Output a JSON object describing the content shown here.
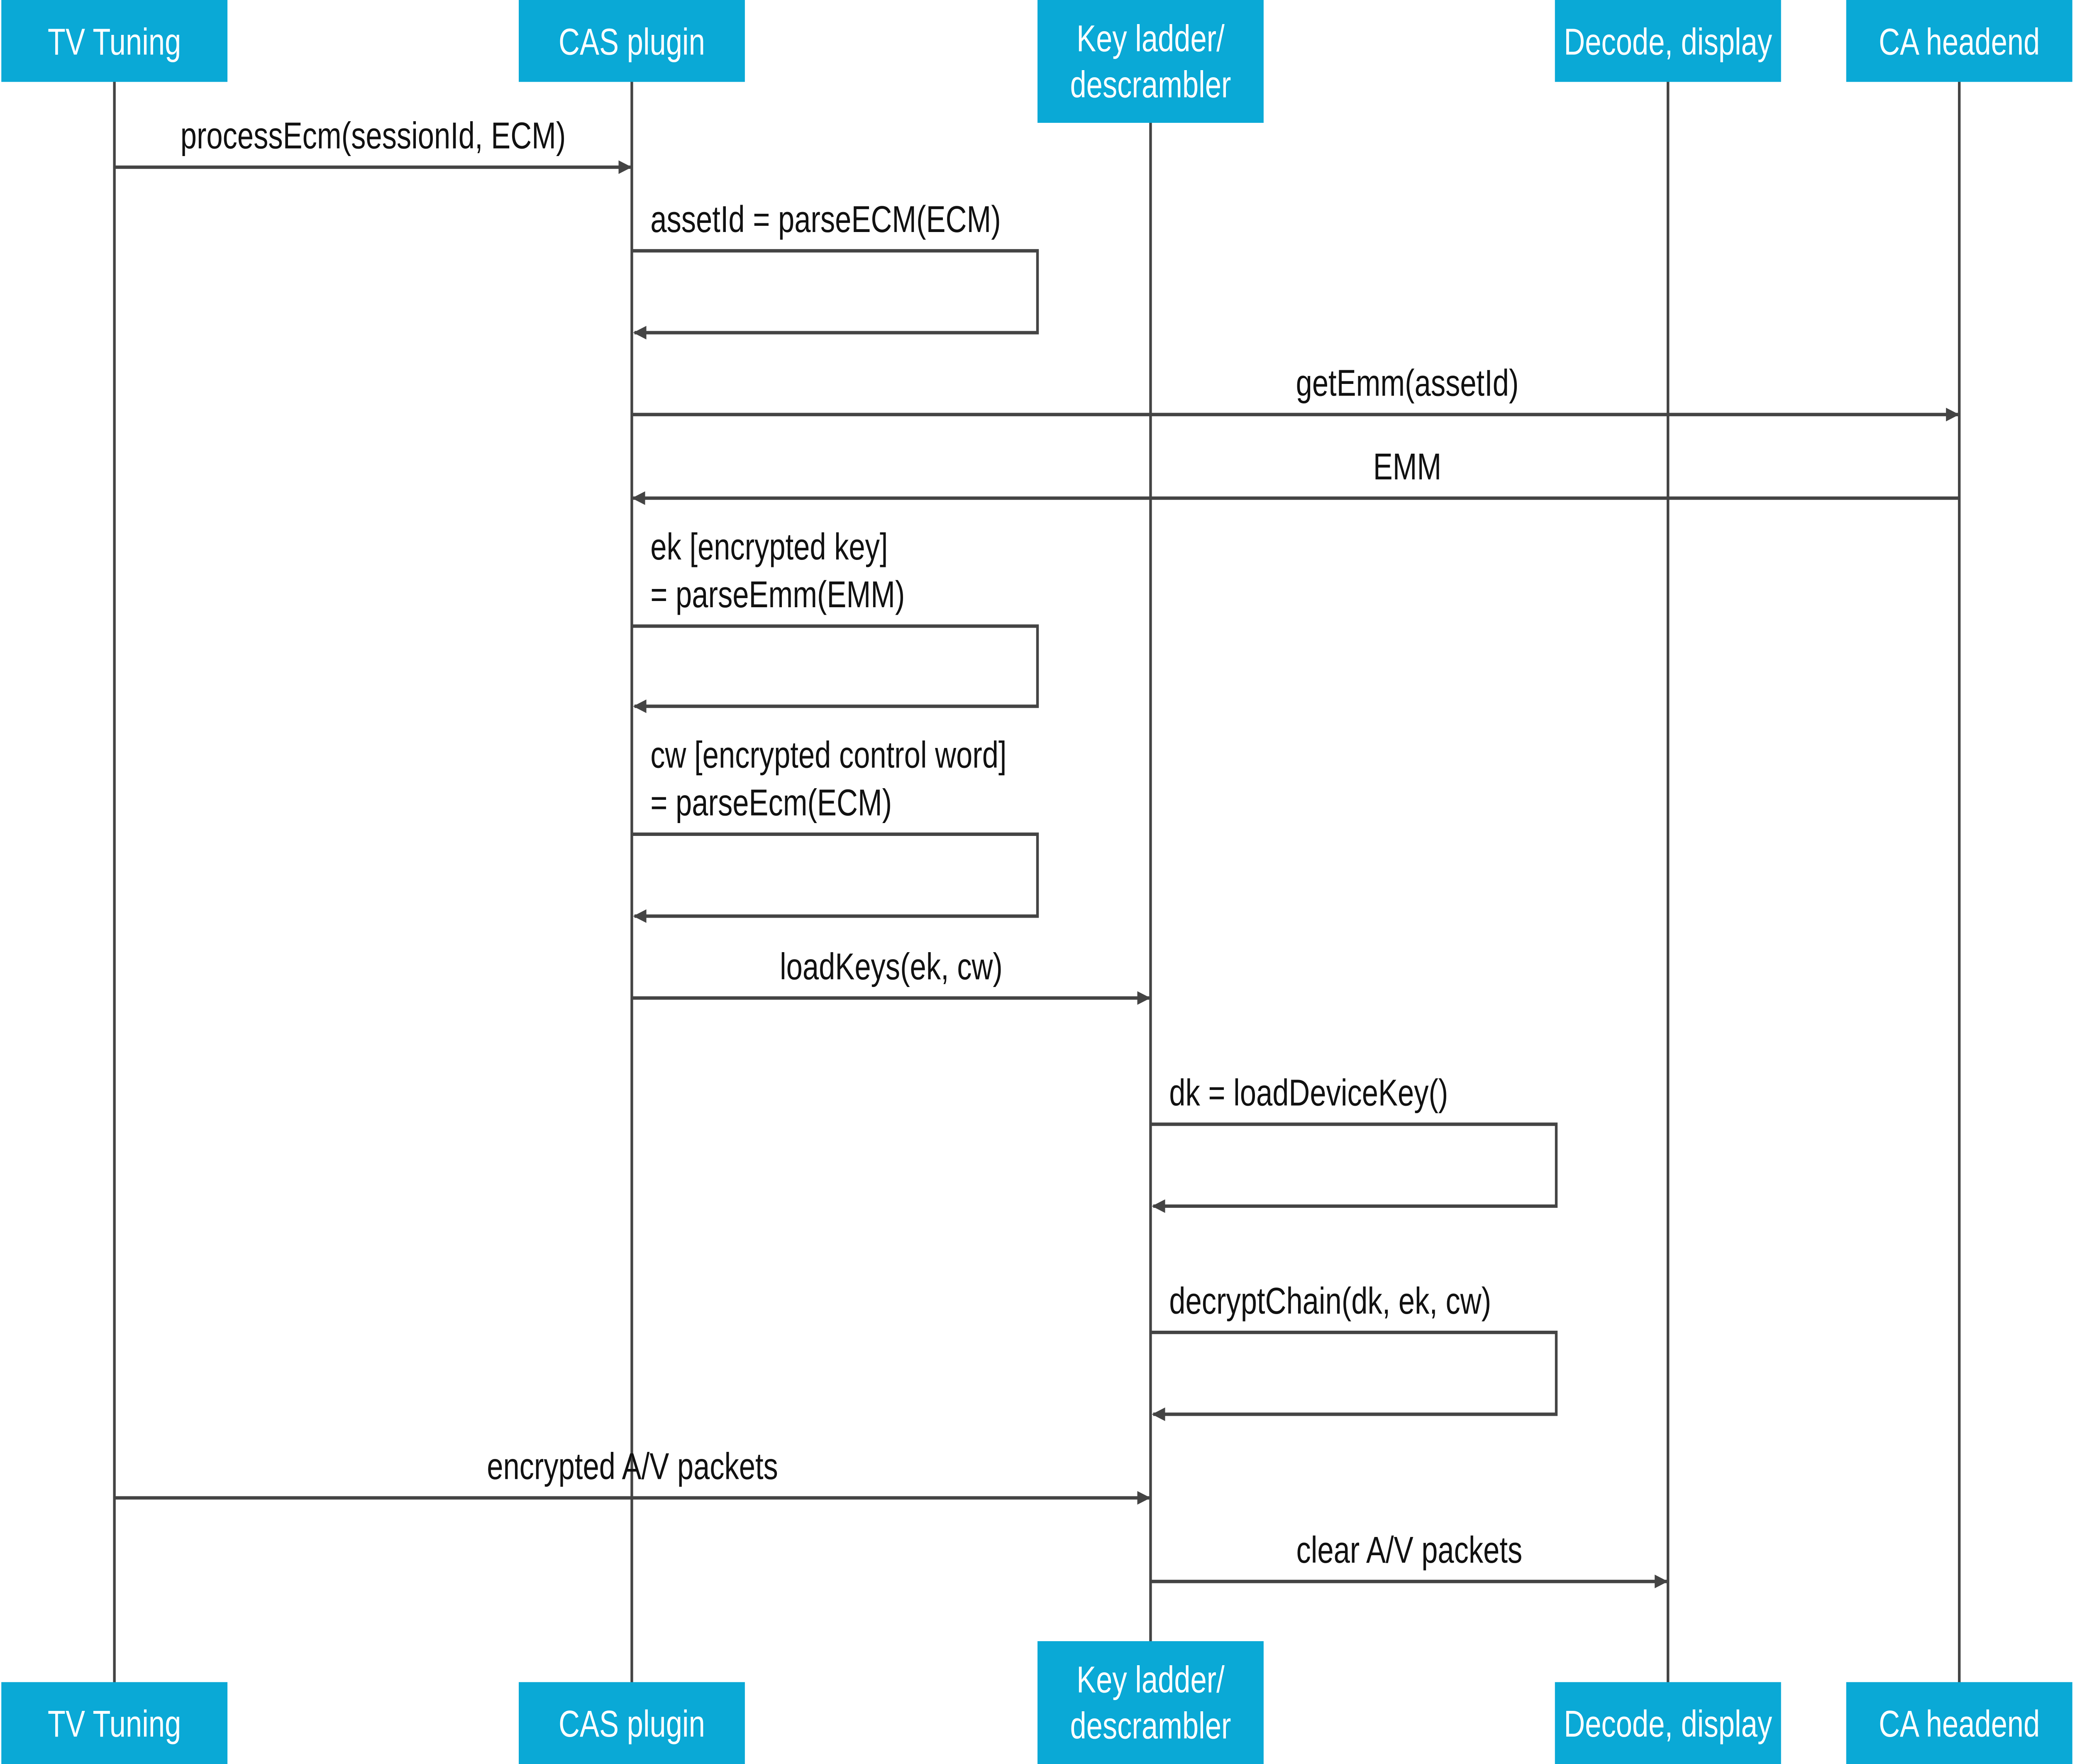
{
  "colors": {
    "participant_fill": "#0aa9d6",
    "participant_text": "#ffffff",
    "line": "#444444",
    "label": "#111111"
  },
  "participants": [
    {
      "lines": [
        "TV Tuning"
      ]
    },
    {
      "lines": [
        "CAS plugin"
      ]
    },
    {
      "lines": [
        "Key ladder/",
        "descrambler"
      ]
    },
    {
      "lines": [
        "Decode, display"
      ]
    },
    {
      "lines": [
        "CA headend"
      ]
    }
  ],
  "messages": [
    {
      "from": 0,
      "to": 1,
      "lines": [
        "processEcm(sessionId, ECM)"
      ]
    },
    {
      "from": 1,
      "to": 1,
      "lines": [
        "assetId = parseECM(ECM)"
      ]
    },
    {
      "from": 1,
      "to": 4,
      "lines": [
        "getEmm(assetId)"
      ]
    },
    {
      "from": 4,
      "to": 1,
      "lines": [
        "EMM"
      ]
    },
    {
      "from": 1,
      "to": 1,
      "lines": [
        "ek [encrypted key]",
        "= parseEmm(EMM)"
      ]
    },
    {
      "from": 1,
      "to": 1,
      "lines": [
        "cw [encrypted control word]",
        "= parseEcm(ECM)"
      ]
    },
    {
      "from": 1,
      "to": 2,
      "lines": [
        "loadKeys(ek, cw)"
      ]
    },
    {
      "from": 2,
      "to": 2,
      "lines": [
        "dk = loadDeviceKey()"
      ]
    },
    {
      "from": 2,
      "to": 2,
      "lines": [
        "decryptChain(dk, ek, cw)"
      ]
    },
    {
      "from": 0,
      "to": 2,
      "lines": [
        "encrypted A/V packets"
      ]
    },
    {
      "from": 2,
      "to": 3,
      "lines": [
        "clear A/V packets"
      ]
    }
  ]
}
